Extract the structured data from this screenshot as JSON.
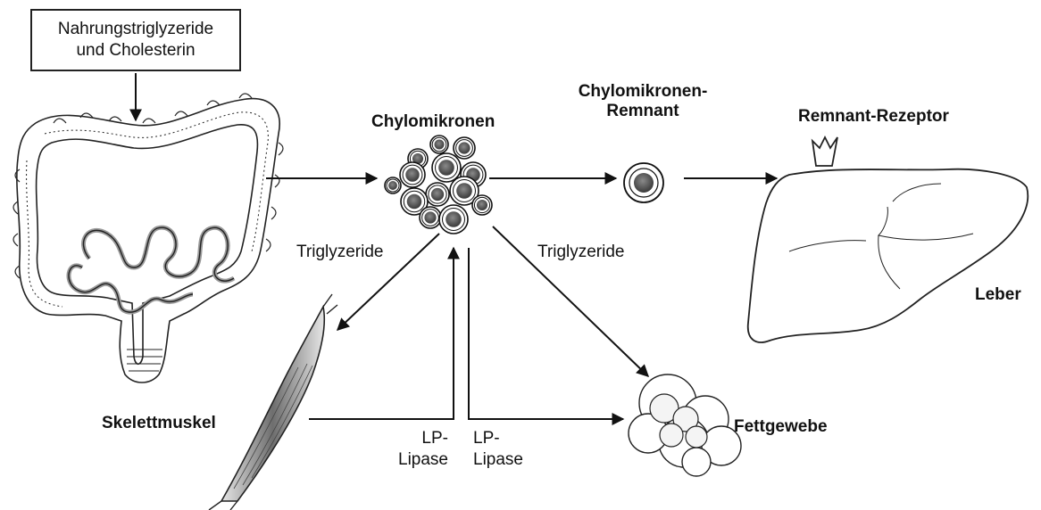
{
  "source_box": {
    "line1": "Nahrungstriglyzeride",
    "line2": "und Cholesterin"
  },
  "nodes": {
    "chylomicrons": "Chylomikronen",
    "remnant_line1": "Chylomikronen-",
    "remnant_line2": "Remnant",
    "remnant_receptor": "Remnant-Rezeptor",
    "liver": "Leber",
    "skeletal_muscle": "Skelettmuskel",
    "adipose_tissue": "Fettgewebe"
  },
  "edges": {
    "triglycerides_left": "Triglyzeride",
    "triglycerides_right": "Triglyzeride",
    "lp_lipase_left_line1": "LP-",
    "lp_lipase_left_line2": "Lipase",
    "lp_lipase_right_line1": "LP-",
    "lp_lipase_right_line2": "Lipase"
  },
  "colors": {
    "line": "#111111",
    "particle_core": "#555555",
    "muscle_shade": "#777777"
  }
}
